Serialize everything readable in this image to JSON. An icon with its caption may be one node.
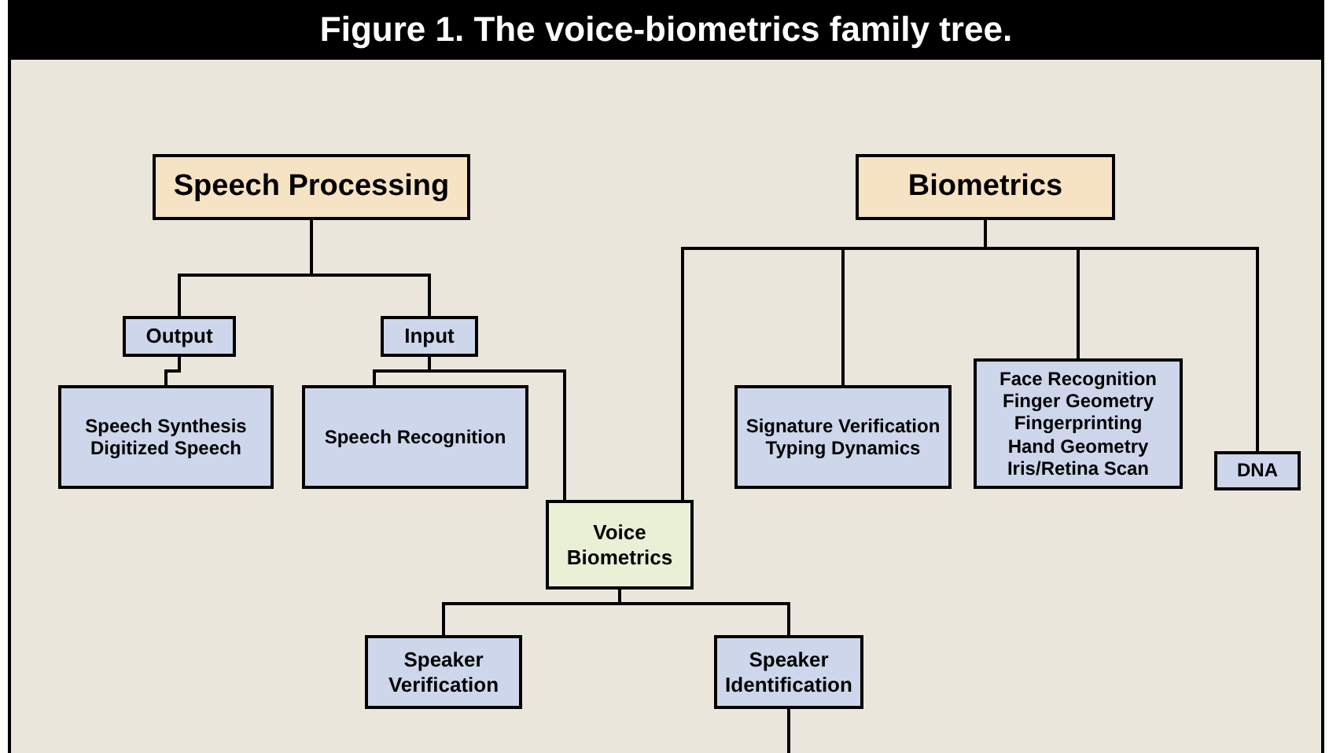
{
  "diagram": {
    "title": "Figure 1. The voice-biometrics family tree.",
    "nodes": [
      {
        "text": [
          "Speech Processing"
        ]
      },
      {
        "text": [
          "Biometrics"
        ]
      },
      {
        "text": [
          "Output"
        ]
      },
      {
        "text": [
          "Input"
        ]
      },
      {
        "text": [
          "Speech Synthesis",
          "Digitized Speech"
        ]
      },
      {
        "text": [
          "Speech Recognition"
        ]
      },
      {
        "text": [
          "Voice Biometrics"
        ]
      },
      {
        "text": [
          "Signature Verification",
          "Typing Dynamics"
        ]
      },
      {
        "text": [
          "Face Recognition",
          "Finger Geometry",
          "Fingerprinting",
          "Hand Geometry",
          "Iris/Retina Scan"
        ]
      },
      {
        "text": [
          "DNA"
        ]
      },
      {
        "text": [
          "Speaker Verification"
        ]
      },
      {
        "text": [
          "Speaker Identification"
        ]
      }
    ],
    "edges": [
      {
        "from": 0,
        "to": 2,
        "arrow": "none"
      },
      {
        "from": 0,
        "to": 3,
        "arrow": "none"
      },
      {
        "from": 2,
        "to": 4,
        "arrow": "none"
      },
      {
        "from": 3,
        "to": 5,
        "arrow": "none"
      },
      {
        "from": 3,
        "to": 6,
        "arrow": "none"
      },
      {
        "from": 1,
        "to": 6,
        "arrow": "none"
      },
      {
        "from": 1,
        "to": 7,
        "arrow": "none"
      },
      {
        "from": 1,
        "to": 8,
        "arrow": "none"
      },
      {
        "from": 1,
        "to": 9,
        "arrow": "none"
      },
      {
        "from": 6,
        "to": 10,
        "arrow": "none"
      },
      {
        "from": 6,
        "to": 11,
        "arrow": "none"
      },
      {
        "from": 11,
        "to": null,
        "arrow": "none"
      }
    ]
  }
}
